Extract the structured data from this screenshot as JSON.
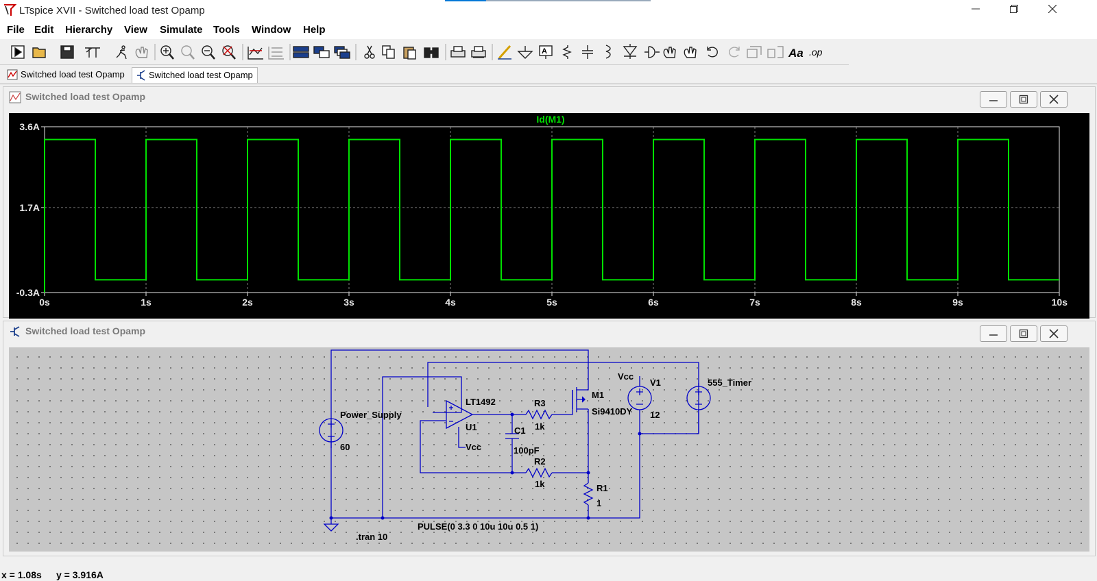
{
  "window": {
    "title": "LTspice XVII - Switched load test Opamp",
    "controls": [
      "minimize",
      "restore",
      "close"
    ]
  },
  "menu": [
    "File",
    "Edit",
    "Hierarchy",
    "View",
    "Simulate",
    "Tools",
    "Window",
    "Help"
  ],
  "toolbar_icons": [
    "run-icon",
    "open-icon",
    "save-icon",
    "control-panel-icon",
    "run-sim-icon",
    "halt-icon",
    "zoom-in-icon",
    "zoom-pan-icon",
    "zoom-out-icon",
    "zoom-fit-icon",
    "autorange-icon",
    "grid-icon",
    "tile-horizontal-icon",
    "tile-vertical-icon",
    "cascade-icon",
    "cut-icon",
    "copy-icon",
    "paste-icon",
    "find-icon",
    "print-icon",
    "print-preview-icon",
    "wire-icon",
    "ground-icon",
    "label-net-icon",
    "resistor-icon",
    "capacitor-icon",
    "inductor-icon",
    "diode-icon",
    "component-icon",
    "move-icon",
    "drag-icon",
    "undo-icon",
    "redo-icon",
    "rotate-icon",
    "mirror-icon",
    "text-icon",
    "spice-directive-icon"
  ],
  "tabs": [
    {
      "label": "Switched load test Opamp",
      "icon": "waveform-icon",
      "active": false
    },
    {
      "label": "Switched load test Opamp",
      "icon": "schematic-icon",
      "active": true
    }
  ],
  "waveform_window": {
    "title": "Switched load test Opamp",
    "trace_label": "Id(M1)",
    "trace_color": "#00e000"
  },
  "chart_data": {
    "type": "line",
    "title": "Id(M1)",
    "x_ticks": [
      "0s",
      "1s",
      "2s",
      "3s",
      "4s",
      "5s",
      "6s",
      "7s",
      "8s",
      "9s",
      "10s"
    ],
    "y_ticks": [
      "3.6A",
      "1.7A",
      "-0.3A"
    ],
    "xlim": [
      0,
      10
    ],
    "ylim": [
      -0.3,
      3.6
    ],
    "grid": true,
    "series": [
      {
        "name": "Id(M1)",
        "x": [
          0,
          0,
          0.5,
          0.5,
          1,
          1,
          1.5,
          1.5,
          2,
          2,
          2.5,
          2.5,
          3,
          3,
          3.5,
          3.5,
          4,
          4,
          4.5,
          4.5,
          5,
          5,
          5.5,
          5.5,
          6,
          6,
          6.5,
          6.5,
          7,
          7,
          7.5,
          7.5,
          8,
          8,
          8.5,
          8.5,
          9,
          9,
          9.5,
          9.5,
          10
        ],
        "y": [
          -0.3,
          3.3,
          3.3,
          0,
          0,
          3.3,
          3.3,
          0,
          0,
          3.3,
          3.3,
          0,
          0,
          3.3,
          3.3,
          0,
          0,
          3.3,
          3.3,
          0,
          0,
          3.3,
          3.3,
          0,
          0,
          3.3,
          3.3,
          0,
          0,
          3.3,
          3.3,
          0,
          0,
          3.3,
          3.3,
          0,
          0,
          3.3,
          3.3,
          0,
          0
        ]
      }
    ]
  },
  "schematic_window": {
    "title": "Switched load test Opamp",
    "labels": {
      "power_supply": "Power_Supply",
      "power_supply_value": "60",
      "opamp": "LT1492",
      "opamp_ref": "U1",
      "opamp_vcc": "Vcc",
      "r3": "R3",
      "r3_value": "1k",
      "c1": "C1",
      "c1_value": "100pF",
      "r2": "R2",
      "r2_value": "1k",
      "m1": "M1",
      "m1_model": "Si9410DY",
      "vcc": "Vcc",
      "v1": "V1",
      "v1_value": "12",
      "timer": "555_Timer",
      "r1": "R1",
      "r1_value": "1",
      "pulse": "PULSE(0 3.3 0 10u 10u 0.5 1)",
      "tran": ".tran 10"
    },
    "wire_color": "#0000c8"
  },
  "status": {
    "x_readout": "x = 1.08s",
    "y_readout": "y = 3.916A"
  }
}
